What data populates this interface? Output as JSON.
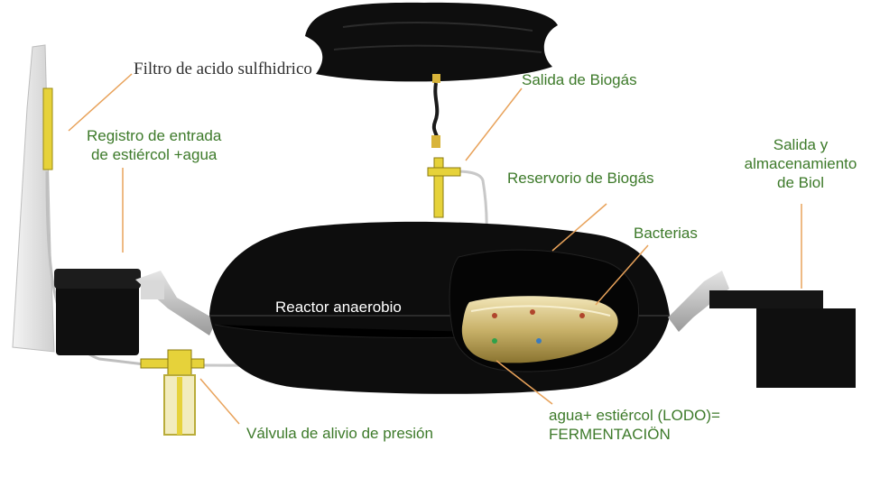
{
  "labels": {
    "filtro": "Filtro de acido sulfhidrico",
    "salida_biogas": "Salida de Biogás",
    "registro_line1": "Registro de entrada",
    "registro_line2": "de estiércol +agua",
    "salida_biol_line1": "Salida y",
    "salida_biol_line2": "almacenamiento",
    "salida_biol_line3": "de Biol",
    "reservorio": "Reservorio de Biogás",
    "bacterias": "Bacterias",
    "reactor": "Reactor anaerobio",
    "valvula": "Válvula de alivio de presión",
    "lodo_line1": "agua+ estiércol (LODO)=",
    "lodo_line2": "FERMENTACIÖN"
  },
  "colors": {
    "label_green": "#3d7a2a",
    "leader_orange": "#e8a25a",
    "bag_black": "#111111",
    "fitting_yellow": "#e6d23a",
    "sludge_gold": "#c9b26a"
  }
}
